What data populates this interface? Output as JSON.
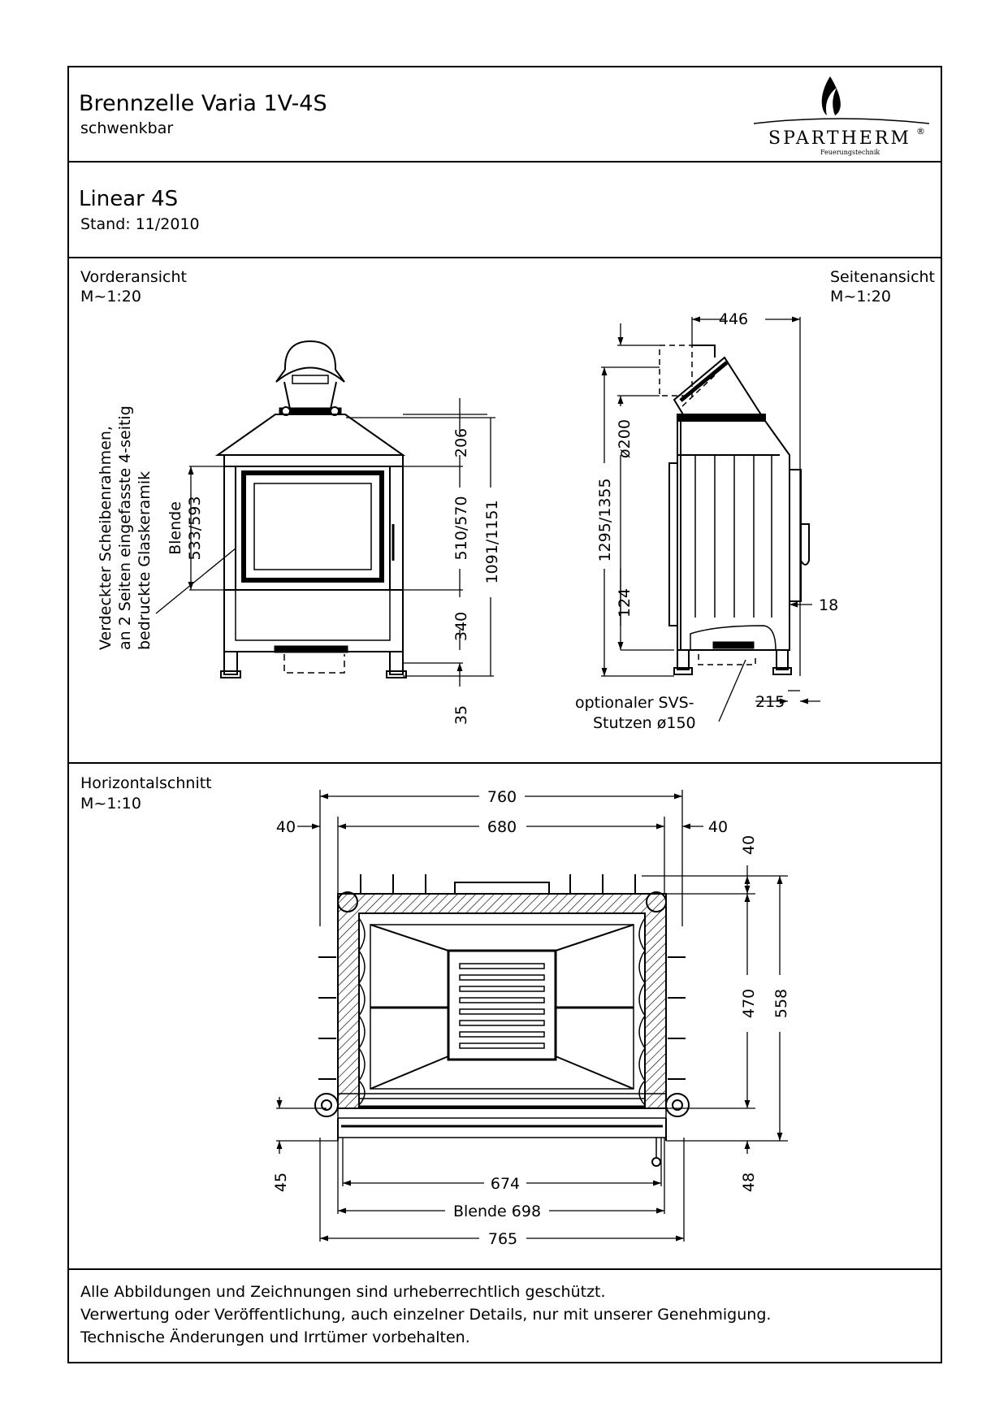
{
  "header": {
    "title": "Brennzelle Varia 1V-4S",
    "subtitle": "schwenkbar",
    "brand": "SPARTHERM",
    "brand_reg": "®",
    "brand_tagline": "Feuerungstechnik"
  },
  "model": {
    "name": "Linear 4S",
    "stand": "Stand: 11/2010"
  },
  "front_view": {
    "title": "Vorderansicht",
    "scale": "M~1:20",
    "note_lines": [
      "Verdeckter Scheibenrahmen,",
      "an 2 Seiten eingefasste 4-seitig",
      "bedruckte Glaskeramik"
    ],
    "blende_label": "Blende",
    "blende_value": "533/593",
    "dim_206": "206",
    "dim_510_570": "510/570",
    "dim_1091_1151": "1091/1151",
    "dim_340": "340",
    "dim_35": "35"
  },
  "side_view": {
    "title": "Seitenansicht",
    "scale": "M~1:20",
    "dim_446": "446",
    "dim_200": "ø200",
    "dim_1295_1355": "1295/1355",
    "dim_124": "124",
    "dim_18": "18",
    "dim_215": "215",
    "svs_line1": "optionaler SVS-",
    "svs_line2": "Stutzen ø150"
  },
  "section_view": {
    "title": "Horizontalschnitt",
    "scale": "M~1:10",
    "dim_760": "760",
    "dim_680": "680",
    "dim_40_left": "40",
    "dim_40_right": "40",
    "dim_40_vert": "40",
    "dim_470": "470",
    "dim_558": "558",
    "dim_45": "45",
    "dim_48": "48",
    "dim_674": "674",
    "dim_blende_698": "Blende 698",
    "dim_765": "765"
  },
  "footer": {
    "line1": "Alle Abbildungen und Zeichnungen sind urheberrechtlich geschützt.",
    "line2": "Verwertung oder Veröffentlichung, auch einzelner Details, nur mit unserer Genehmigung.",
    "line3": "Technische Änderungen und Irrtümer vorbehalten."
  }
}
